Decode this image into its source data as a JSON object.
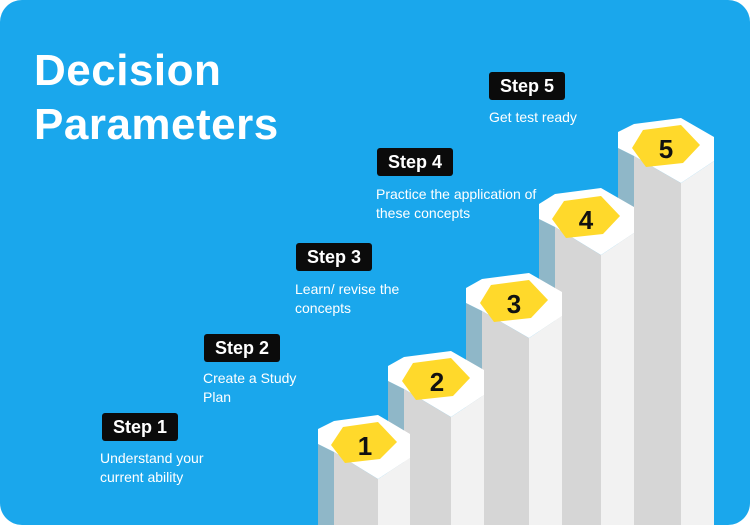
{
  "title": {
    "line1": "Decision",
    "line2": "Parameters"
  },
  "colors": {
    "background": "#1aa7ec",
    "badge": "#0b0b0b",
    "hexagon": "#ffd92b",
    "pillar_front": "#d6d6d6",
    "pillar_side": "#f2f2f2"
  },
  "steps": [
    {
      "label": "Step 1",
      "number": "1",
      "description": "Understand your current ability"
    },
    {
      "label": "Step 2",
      "number": "2",
      "description": "Create a Study Plan"
    },
    {
      "label": "Step 3",
      "number": "3",
      "description": "Learn/ revise the concepts"
    },
    {
      "label": "Step 4",
      "number": "4",
      "description": "Practice the application of these concepts"
    },
    {
      "label": "Step 5",
      "number": "5",
      "description": "Get test ready"
    }
  ]
}
